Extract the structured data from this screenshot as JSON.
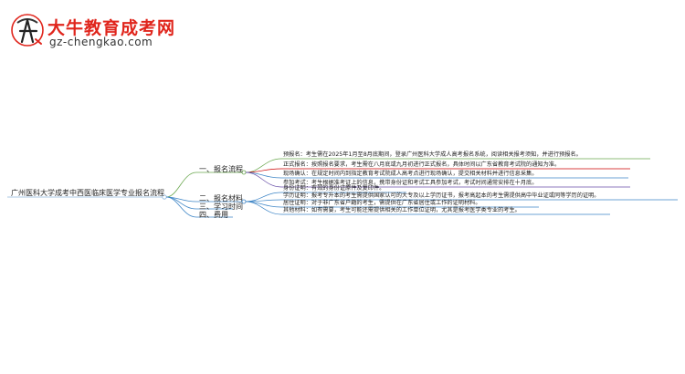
{
  "logo": {
    "title": "大牛教育成考网",
    "url": "gz-chengkao.com"
  },
  "root": {
    "label": "广州医科大学成考中西医临床医学专业报名流程"
  },
  "branches": [
    {
      "label": "一、报名流程",
      "color": "#6aa84f",
      "items": [
        {
          "text": "预报名：考生需在2025年1月至8月底期间，登录广州医科大学成人高考报名系统，阅读相关报考须知，并进行预报名。",
          "color": "#6aa84f"
        },
        {
          "text": "正式报名：按照报名要求，考生需在八月底或九月初进行正式报名，具体时间以广东省教育考试院的通知为准。",
          "color": "#cc0000"
        },
        {
          "text": "现场确认：在规定时间内到指定教育考试院成人高考点进行现场确认，提交相关材料并进行信息采集。",
          "color": "#3d85c6"
        },
        {
          "text": "参加考试：考生根据准考证上的信息，携带身份证和考试工具参加考试，考试时间通常安排在十月底。",
          "color": "#674ea7"
        }
      ]
    },
    {
      "label": "二、报名材料",
      "color": "#3d85c6",
      "items": [
        {
          "text": "身份证明：有效的身份证原件及复印件。",
          "color": "#3d85c6"
        },
        {
          "text": "学历证明：报考专升本的考生需提供国家认可的大专及以上学历证书，报考高起本的考生需提供高中毕业证或同等学历的证明。",
          "color": "#3d85c6"
        },
        {
          "text": "居住证明：对于非广东省户籍的考生，需提供在广东省居住或工作的证明材料。",
          "color": "#3d85c6"
        },
        {
          "text": "其他材料：如有需要，考生可能还需提供相关的工作单位证明，尤其是报考医学类专业的考生。",
          "color": "#3d85c6"
        }
      ]
    },
    {
      "label": "三、学习时间",
      "color": "#3d85c6",
      "items": []
    },
    {
      "label": "四、费用",
      "color": "#3d85c6",
      "items": []
    }
  ]
}
